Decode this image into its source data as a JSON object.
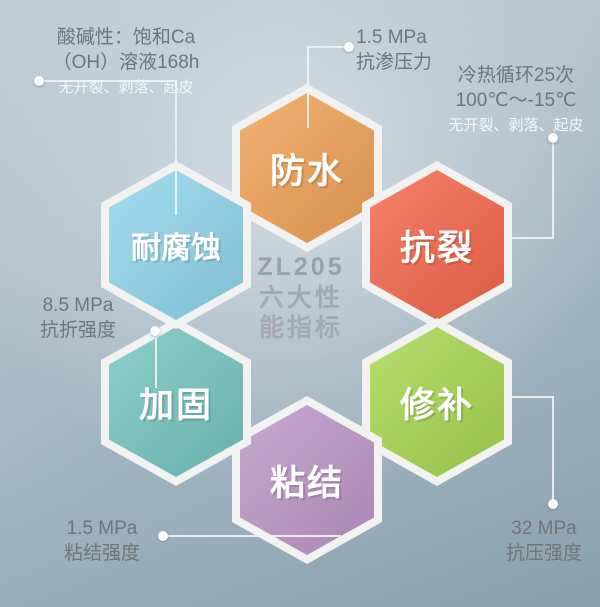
{
  "center": {
    "line1": "ZL205",
    "line2": "六大性",
    "line3": "能指标"
  },
  "hexagons": [
    {
      "key": "waterproof",
      "label": "防水",
      "color": "#f0a055"
    },
    {
      "key": "crack-resist",
      "label": "抗裂",
      "color": "#f4664a"
    },
    {
      "key": "repair",
      "label": "修补",
      "color": "#a7d64f"
    },
    {
      "key": "bonding",
      "label": "粘结",
      "color": "#bc95c6"
    },
    {
      "key": "reinforce",
      "label": "加固",
      "color": "#74c4c0"
    },
    {
      "key": "corrosion",
      "label": "耐腐蚀",
      "color": "#8fd4ea"
    }
  ],
  "callouts": {
    "corrosion": {
      "line1": "酸碱性：饱和Ca",
      "line2": "（OH）溶液168h",
      "line3": "无开裂、剥落、起皮"
    },
    "waterproof": {
      "line1": "1.5 MPa",
      "line2": "抗渗压力"
    },
    "crack_resist": {
      "line1": "冷热循环25次",
      "line2": "100℃～-15℃",
      "line3": "无开裂、剥落、起皮"
    },
    "reinforce": {
      "line1": "8.5 MPa",
      "line2": "抗折强度"
    },
    "bonding": {
      "line1": "1.5 MPa",
      "line2": "粘结强度"
    },
    "repair": {
      "line1": "32 MPa",
      "line2": "抗压强度"
    }
  },
  "colors": {
    "background_top": "#c6d2da",
    "background_bottom": "#8ba0ae",
    "connector": "#eef2f3",
    "text_muted": "#6f7a80",
    "text_light": "#f3f6f7"
  }
}
